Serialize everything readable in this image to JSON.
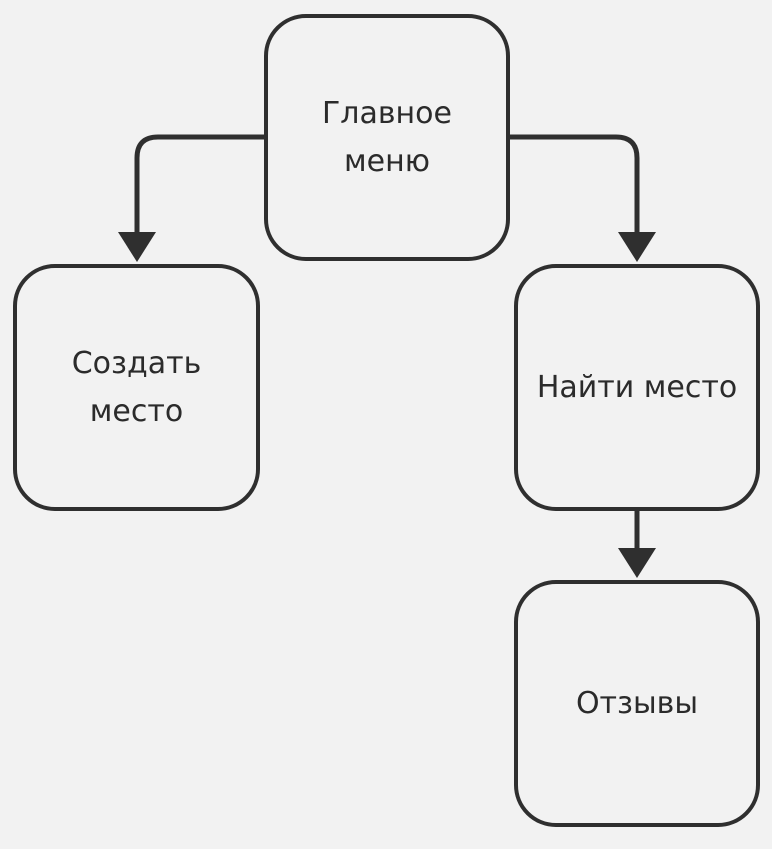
{
  "diagram": {
    "nodes": {
      "main_menu": {
        "label": "Главное\nменю"
      },
      "create_place": {
        "label": "Создать\nместо"
      },
      "find_place": {
        "label": "Найти место"
      },
      "reviews": {
        "label": "Отзывы"
      }
    },
    "edges": [
      {
        "from": "main_menu",
        "to": "create_place"
      },
      {
        "from": "main_menu",
        "to": "find_place"
      },
      {
        "from": "find_place",
        "to": "reviews"
      }
    ],
    "colors": {
      "background": "#f2f2f2",
      "stroke": "#2f2f2f",
      "text": "#2b2b2b"
    }
  }
}
